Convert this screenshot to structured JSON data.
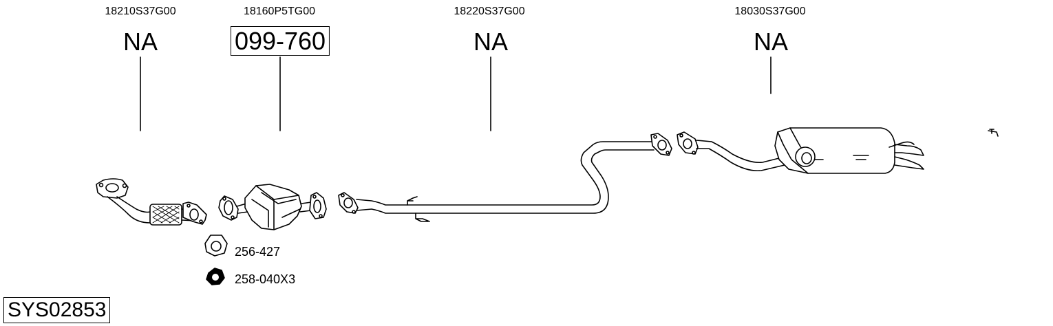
{
  "parts": [
    {
      "oem": "18210S37G00",
      "code": "NA",
      "boxed": false
    },
    {
      "oem": "18160P5TG00",
      "code": "099-760",
      "boxed": true
    },
    {
      "oem": "18220S37G00",
      "code": "NA",
      "boxed": false
    },
    {
      "oem": "18030S37G00",
      "code": "NA",
      "boxed": false
    }
  ],
  "accessories": [
    {
      "label": "256-427",
      "icon": "gasket-icon"
    },
    {
      "label": "258-040X3",
      "icon": "nut-icon"
    }
  ],
  "system_id": "SYS02853"
}
